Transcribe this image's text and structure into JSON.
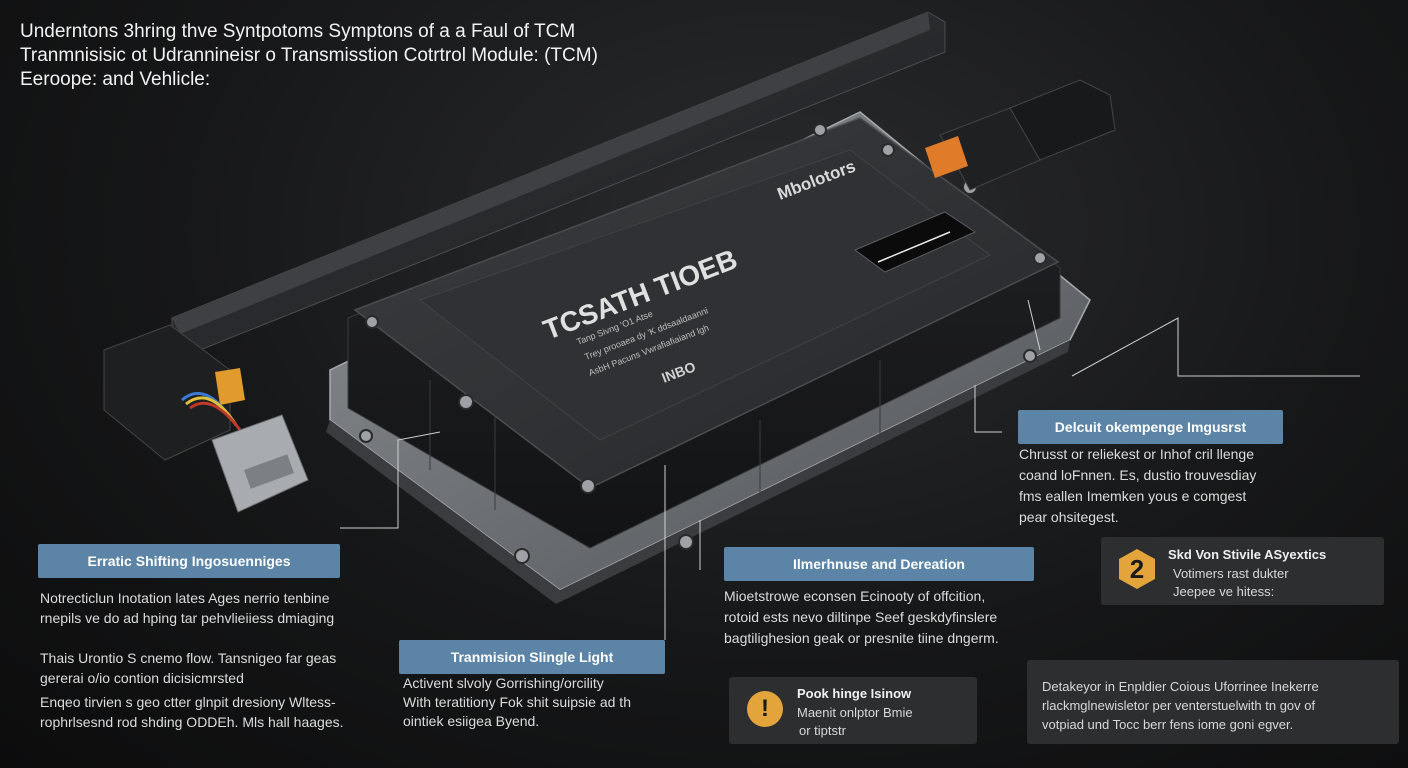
{
  "title": {
    "lines": [
      "Underntons 3hring thve  Syntpotoms Symptons of a a Faul of TCM",
      "Tranmnisisic ot Udrannineisr o Transmisstion Cotrtrol Module: (TCM)",
      "Eeroope: and Vehlicle:"
    ]
  },
  "device": {
    "brand_text": "Mbolotors",
    "main_text": "TCSATH TIOEB",
    "secondary_text": "INBO",
    "spec_lines": [
      "Tanp Sivng 'O1 Atse",
      "Trey prooaea dy 'K ddsaaldaanni",
      "AsbH Pacuns Vwrafiafiaiand lgh"
    ]
  },
  "callouts": {
    "erratic": {
      "label": "Erratic Shifting Ingosuenniges",
      "p1": [
        "Notrecticlun Inotation lates Ages nerrio tenbine",
        "rnepils ve do ad hping tar pehvlieiiess dmiaging"
      ],
      "p2": [
        "Thais Urontio S cnemo flow. Tansnigeo far geas",
        "gererai o/io contion dicisicmrsted"
      ],
      "p3": [
        "Enqeo tirvien s geo ctter glnpit dresiony Wltess-",
        "rophrlsesnd rod shding ODDEh. Mls hall haages."
      ]
    },
    "light": {
      "label": "Tranmision Slingle Light",
      "text": [
        "Activent slvoly Gorrishing/orcility",
        "With teratitiony Fok shit suipsie ad th",
        "ointiek esiigea Byend."
      ]
    },
    "limp": {
      "label": "Ilmerhnuse and Dereation",
      "text": [
        "Mioetstrowe econsen Ecinooty of offcition,",
        "rotoid ests nevo diltinpe Seef geskdyfinslere",
        "bagtilighesion geak or presnite tiine dngerm."
      ]
    },
    "default": {
      "label": "Delcuit okempenge Imgusrst",
      "text": [
        "Chrusst or reliekest or Inhof cril llenge",
        "coand loFnnen. Es, dustio trouvesdiay",
        "fms eallen Imemken yous e comgest",
        "pear ohsitegest."
      ]
    }
  },
  "boxes": {
    "box2": {
      "number": "2",
      "heading": "Skd Von Stivile ASyextics",
      "text": [
        "Votimers rast dukter",
        "Jeepee ve hitess:"
      ]
    },
    "warning": {
      "icon_char": "!",
      "heading": "Pook hinge Isinow",
      "text": [
        "Maenit onlptor  Bmie",
        "or tiptstr"
      ]
    },
    "detail": {
      "text": [
        "Detakeyor in Enpldier Coious Uforrinee Inekerre",
        "rlackmglnewisletor per venterstuelwith  tn gov of",
        "votpiad und Tocc berr fens iome goni egver."
      ]
    }
  },
  "colors": {
    "label_bg": "#5b84a7",
    "warning": "#e3a43b",
    "connector_orange": "#e07b2a",
    "housing": "#2a2b2e"
  }
}
